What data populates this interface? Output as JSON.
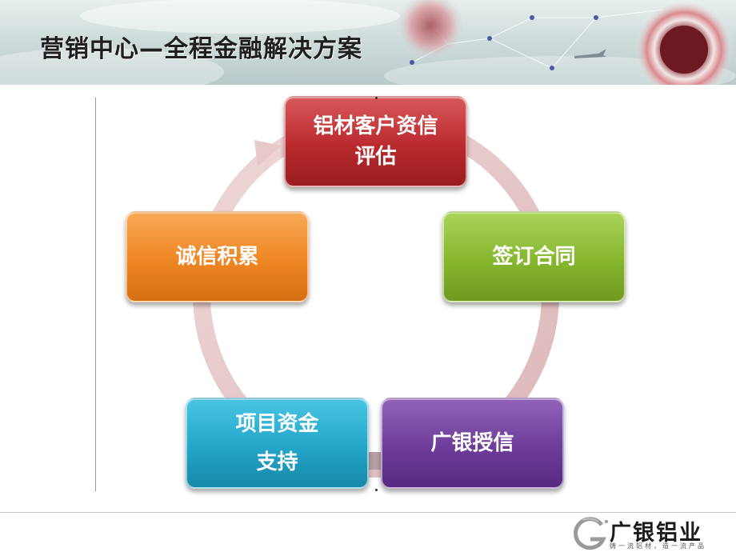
{
  "header": {
    "title": "营销中心—全程金融解决方案"
  },
  "cycle": {
    "steps": [
      {
        "lines": [
          "铝材客户资信",
          "评估"
        ],
        "color": "#b92a2d"
      },
      {
        "lines": [
          "签订合同"
        ],
        "color": "#86b72e"
      },
      {
        "lines": [
          "广银授信"
        ],
        "color": "#6d3c99"
      },
      {
        "lines": [
          "项目资金",
          "支持"
        ],
        "color": "#23a6c9"
      },
      {
        "lines": [
          "诚信积累"
        ],
        "color": "#ee8623"
      }
    ],
    "ring_color": "#e8c9cb"
  },
  "footer": {
    "logo_name": "广银铝业",
    "slogan": "铸一流铝材，造一流产品"
  }
}
